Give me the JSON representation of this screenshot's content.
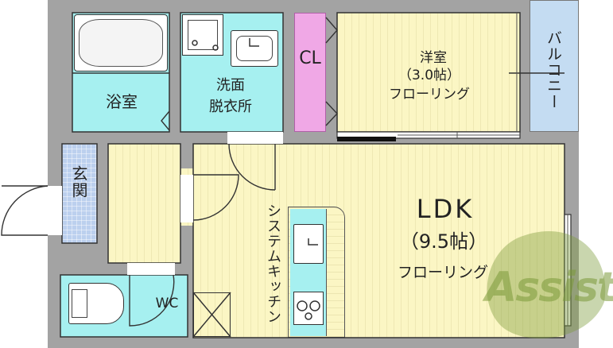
{
  "rooms": {
    "bathroom": "浴室",
    "washroom_line1": "洗面",
    "washroom_line2": "脱衣所",
    "closet": "CL",
    "western_room": "洋室",
    "western_room_size": "（3.0帖）",
    "western_room_floor": "フローリング",
    "balcony": "バルコニー",
    "entrance": "玄関",
    "ldk": "LDK",
    "ldk_size": "（9.5帖）",
    "ldk_floor": "フローリング",
    "system_kitchen": "システムキッチン",
    "toilet": "WC"
  },
  "watermark": "Assist",
  "colors": {
    "wall": "#a3a3a3",
    "floor": "#fbf6c4",
    "wet_area": "#a6f0f0",
    "entrance": "#bcd0ee",
    "closet": "#f0a8e6",
    "balcony": "#c4dcf2",
    "watermark": "#7c9a3a"
  }
}
